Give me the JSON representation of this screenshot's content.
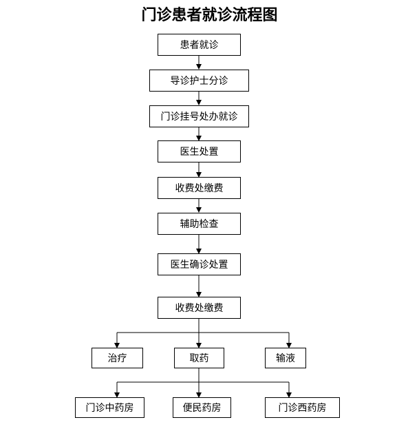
{
  "title": "门诊患者就诊流程图",
  "nodes": {
    "patient_visit": "患者就诊",
    "triage_nurse": "导诊护士分诊",
    "registration": "门诊挂号处办就诊",
    "doctor_treatment": "医生处置",
    "payment_1": "收费处缴费",
    "auxiliary_exam": "辅助检查",
    "doctor_confirm": "医生确诊处置",
    "payment_2": "收费处缴费",
    "therapy": "治疗",
    "get_medicine": "取药",
    "infusion": "输液",
    "tcm_pharmacy": "门诊中药房",
    "convenience_pharmacy": "便民药房",
    "western_pharmacy": "门诊西药房"
  },
  "edges": [
    [
      "patient_visit",
      "triage_nurse"
    ],
    [
      "triage_nurse",
      "registration"
    ],
    [
      "registration",
      "doctor_treatment"
    ],
    [
      "doctor_treatment",
      "payment_1"
    ],
    [
      "payment_1",
      "auxiliary_exam"
    ],
    [
      "auxiliary_exam",
      "doctor_confirm"
    ],
    [
      "doctor_confirm",
      "payment_2"
    ],
    [
      "payment_2",
      "therapy"
    ],
    [
      "payment_2",
      "get_medicine"
    ],
    [
      "payment_2",
      "infusion"
    ],
    [
      "get_medicine",
      "tcm_pharmacy"
    ],
    [
      "get_medicine",
      "convenience_pharmacy"
    ],
    [
      "get_medicine",
      "western_pharmacy"
    ]
  ]
}
